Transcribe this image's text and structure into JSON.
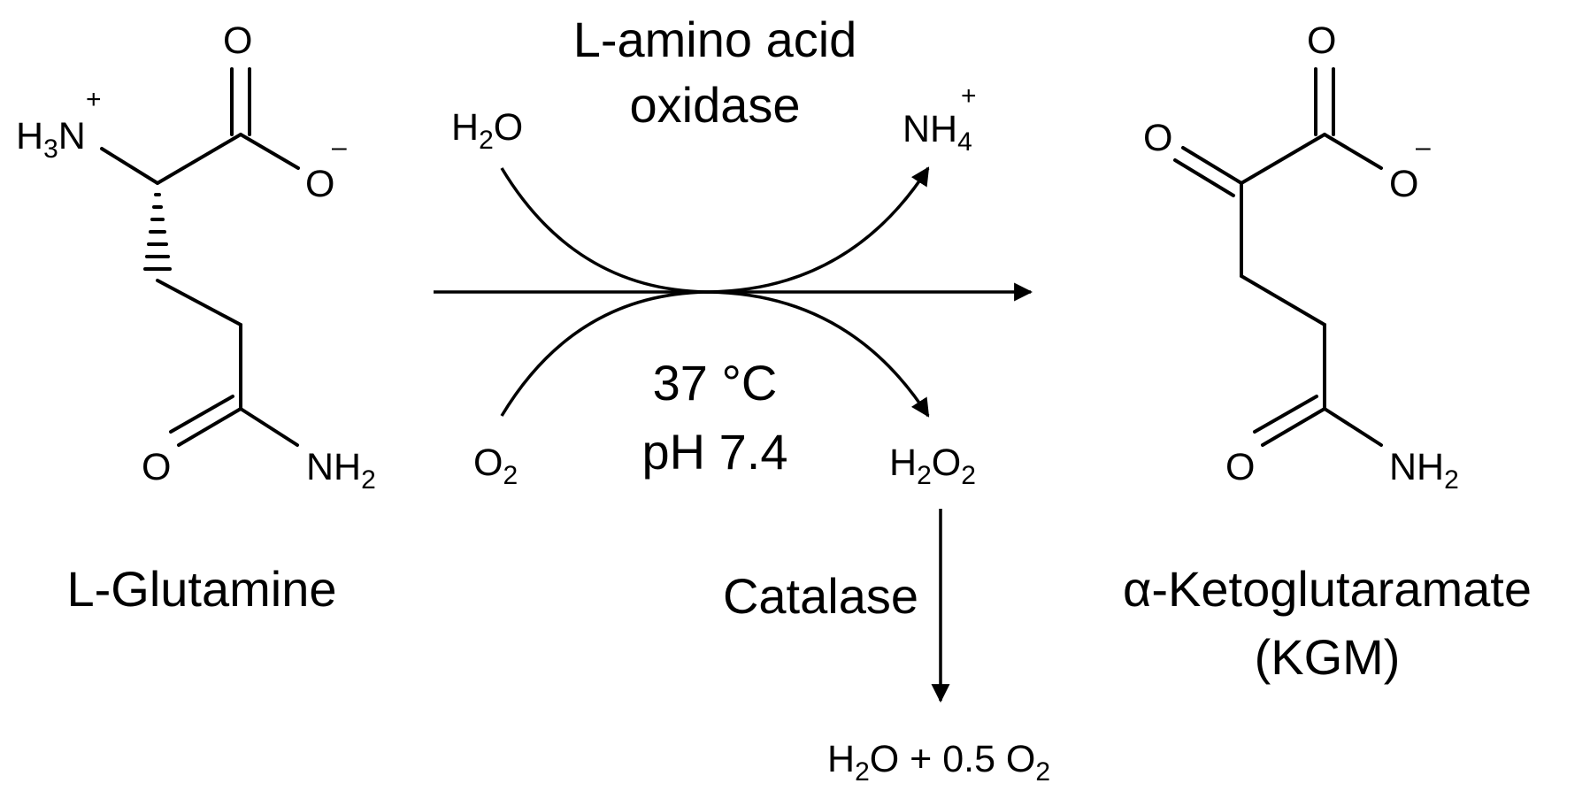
{
  "reaction": {
    "enzyme": [
      "L-amino acid",
      "oxidase"
    ],
    "conditions": [
      "37 °C",
      "pH 7.4"
    ],
    "secondary_enzyme": "Catalase"
  },
  "substrate": {
    "name": "L-Glutamine",
    "amine": {
      "main": "H",
      "sub": "3",
      "main2": "N",
      "charge": "+"
    },
    "carbonyl_O": "O",
    "carboxylate_O": "O",
    "carboxylate_charge": "–",
    "amide_O": "O",
    "amide_N": {
      "main": "NH",
      "sub": "2"
    }
  },
  "product": {
    "name": "α-Ketoglutaramate",
    "abbrev": "(KGM)",
    "keto_O": "O",
    "carbonyl_O": "O",
    "carboxylate_O": "O",
    "carboxylate_charge": "–",
    "amide_O": "O",
    "amide_N": {
      "main": "NH",
      "sub": "2"
    }
  },
  "cosubstrates": {
    "water": {
      "a": "H",
      "sub": "2",
      "b": "O"
    },
    "oxygen": {
      "a": "O",
      "sub": "2"
    }
  },
  "coproducts": {
    "ammonium": {
      "a": "NH",
      "sub": "4",
      "charge": "+"
    },
    "peroxide": {
      "a": "H",
      "sub1": "2",
      "b": "O",
      "sub2": "2"
    }
  },
  "decomposition": {
    "a": "H",
    "sub1": "2",
    "b": "O + 0.5 O",
    "sub2": "2"
  }
}
